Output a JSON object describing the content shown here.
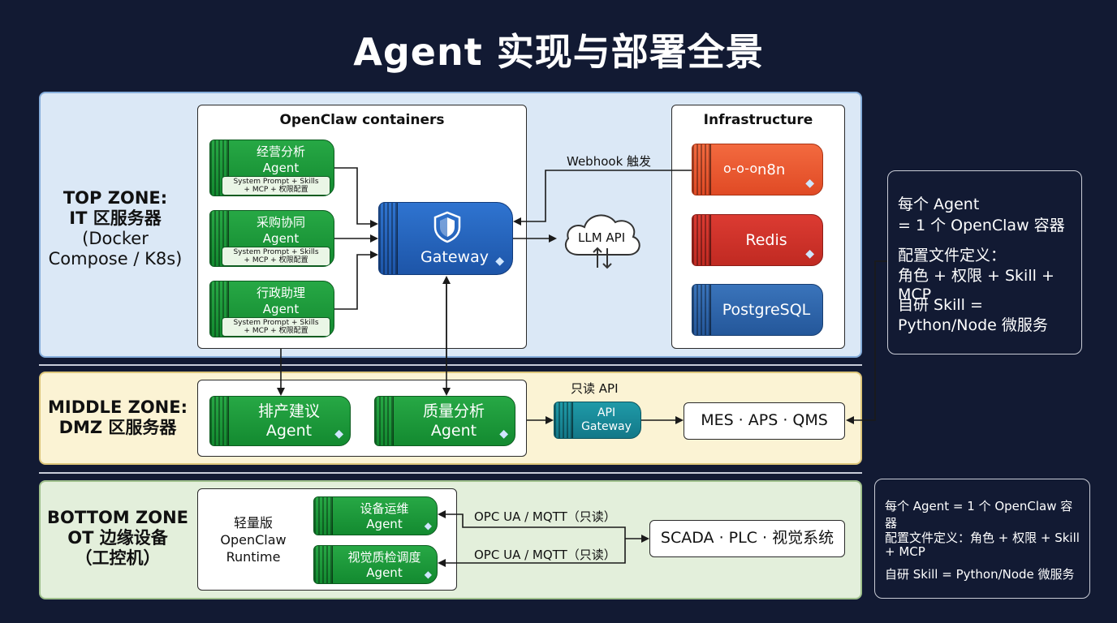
{
  "title": "Agent 实现与部署全景",
  "zones": {
    "top": {
      "title": "TOP ZONE:",
      "line2": "IT 区服务器",
      "line3": "(Docker",
      "line4": "Compose / K8s)"
    },
    "middle": {
      "title": "MIDDLE ZONE:",
      "line2": "DMZ 区服务器"
    },
    "bottom": {
      "title": "BOTTOM ZONE",
      "line2": "OT 边缘设备",
      "line3": "（工控机）"
    }
  },
  "openclaw": {
    "title": "OpenClaw containers",
    "agents": [
      {
        "name": "经营分析",
        "role": "Agent",
        "config1": "System Prompt + Skills",
        "config2": "+ MCP + 权限配置"
      },
      {
        "name": "采购协同",
        "role": "Agent",
        "config1": "System Prompt + Skills",
        "config2": "+ MCP + 权限配置"
      },
      {
        "name": "行政助理",
        "role": "Agent",
        "config1": "System Prompt + Skills",
        "config2": "+ MCP + 权限配置"
      }
    ]
  },
  "gateway": {
    "label": "Gateway"
  },
  "llm": {
    "label": "LLM API"
  },
  "webhook": {
    "label": "Webhook 触发"
  },
  "infrastructure": {
    "title": "Infrastructure",
    "items": [
      "n8n",
      "Redis",
      "PostgreSQL"
    ]
  },
  "dmz": {
    "agents": [
      {
        "name": "排产建议",
        "role": "Agent"
      },
      {
        "name": "质量分析",
        "role": "Agent"
      }
    ],
    "readonly_label": "只读 API",
    "api_gateway": {
      "line1": "API",
      "line2": "Gateway"
    },
    "systems": "MES · APS · QMS"
  },
  "edge": {
    "runtime": {
      "line1": "轻量版",
      "line2": "OpenClaw",
      "line3": "Runtime"
    },
    "agents": [
      {
        "name": "设备运维",
        "role": "Agent"
      },
      {
        "name": "视觉质检调度",
        "role": "Agent"
      }
    ],
    "protocol_1": "OPC UA / MQTT（只读）",
    "protocol_2": "OPC UA / MQTT（只读）",
    "systems": "SCADA · PLC · 视觉系统"
  },
  "note_top": {
    "l1": "每个 Agent",
    "l2": "= 1 个 OpenClaw 容器",
    "l3": "配置文件定义：",
    "l4": "角色 + 权限 + Skill + MCP",
    "l5": "自研 Skill =",
    "l6": "Python/Node 微服务"
  },
  "note_bottom": {
    "l1": "每个 Agent = 1 个 OpenClaw 容器",
    "l2": "配置文件定义：角色 + 权限 + Skill",
    "l3": "+ MCP",
    "l4": "自研 Skill = Python/Node 微服务"
  },
  "colors": {
    "background": "#121a33",
    "agent_green": "#1e9a3a",
    "gateway_blue": "#2563c0",
    "n8n_orange": "#ee5a32",
    "redis_red": "#d0332b",
    "postgres_blue": "#2f67ad",
    "api_gateway_teal": "#178a98"
  }
}
